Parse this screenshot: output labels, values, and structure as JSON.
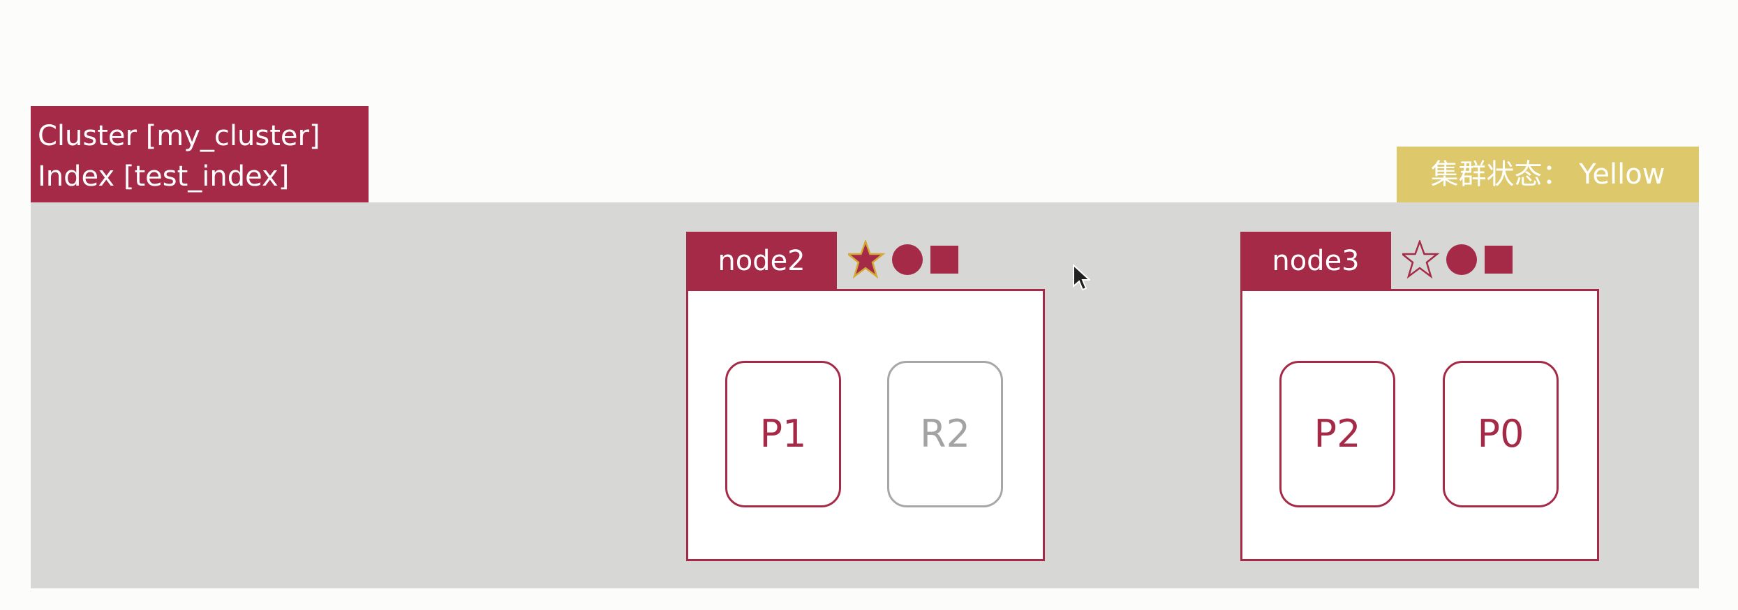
{
  "cluster": {
    "name_line": "Cluster [my_cluster]",
    "index_line": "Index [test_index]"
  },
  "status": {
    "label": "集群状态： Yellow",
    "color": "#ddc96b"
  },
  "colors": {
    "accent": "#a52a48",
    "star_fill": "#a52a48",
    "star_outline": "#d4a933",
    "replica_gray": "#a7a7a7",
    "cluster_background": "#d7d8d6"
  },
  "nodes": [
    {
      "name": "node2",
      "icons": [
        "filled-star-icon",
        "circle-icon",
        "square-icon"
      ],
      "is_master": true,
      "shards": [
        {
          "label": "P1",
          "kind": "primary"
        },
        {
          "label": "R2",
          "kind": "replica"
        }
      ]
    },
    {
      "name": "node3",
      "icons": [
        "outline-star-icon",
        "circle-icon",
        "square-icon"
      ],
      "is_master": false,
      "shards": [
        {
          "label": "P2",
          "kind": "primary"
        },
        {
          "label": "P0",
          "kind": "primary"
        }
      ]
    }
  ]
}
